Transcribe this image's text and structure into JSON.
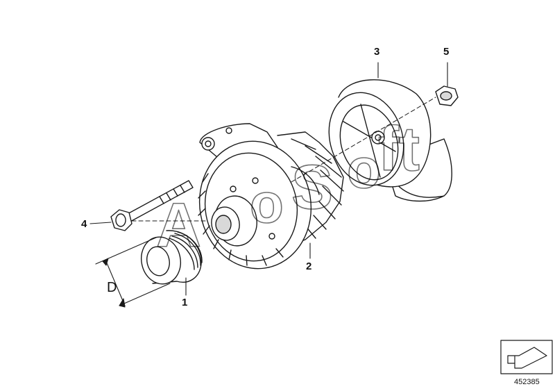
{
  "diagram": {
    "callouts": [
      {
        "id": "1",
        "part": "pulley"
      },
      {
        "id": "2",
        "part": "alternator"
      },
      {
        "id": "3",
        "part": "air-duct-cover"
      },
      {
        "id": "4",
        "part": "bolt"
      },
      {
        "id": "5",
        "part": "nut"
      }
    ],
    "dimension_label": "D",
    "diagram_number": "452385",
    "watermark_letters": [
      "A",
      "o",
      "S",
      "o",
      "f",
      "t"
    ]
  },
  "colors": {
    "line": "#1a1a1a",
    "fill": "#ffffff",
    "shade": "#d9d9d9"
  }
}
